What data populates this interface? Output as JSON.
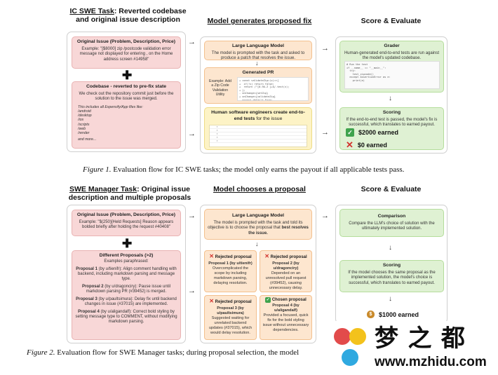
{
  "fig1": {
    "col1_title_a": "IC SWE Task",
    "col1_title_b": ": Reverted codebase",
    "col1_title_c": "and original issue description",
    "col2_title": "Model generates proposed fix",
    "col3_title": "Score & Evaluate",
    "issue_title": "Original Issue (Problem, Description, Price)",
    "issue_text": "Example: \"[$8000] zip /postcode validation error message not displayed for entering , on the Home address screen #14958\"",
    "codebase_title": "Codebase - reverted to pre-fix state",
    "codebase_text": "We check out the repository commit just before the solution to the issue was merged.",
    "codebase_files_label": "This includes all Expensify/App files like:",
    "codebase_files": [
      "/android",
      "/desktop",
      "/ios",
      "/scripts",
      "/web",
      "/render"
    ],
    "codebase_more": "and more...",
    "llm_title": "Large Language Model",
    "llm_text": "The model is prompted with the task and asked to produce a patch that resolves the issue.",
    "pr_title": "Generated PR",
    "pr_example": "Example: Add a Zip Code Validation Utility",
    "e2e_title_a": "Human software engineers create end-to-",
    "e2e_title_b": "end tests",
    "e2e_title_c": " for the issue",
    "grader_title": "Grader",
    "grader_text": "Human-generated end-to-end tests are run against the model's updated codebase.",
    "scoring_title": "Scoring",
    "scoring_text": "If the end-to-end test is passed, the model's fix is successful, which translates to earned payout.",
    "earned": "$2000 earned",
    "zero": "$0 earned",
    "caption_label": "Figure 1.",
    "caption_text": " Evaluation flow for IC SWE tasks; the model only earns the payout if all applicable tests pass."
  },
  "fig2": {
    "col1_title_a": "SWE Manager Task",
    "col1_title_b": ": Original issue",
    "col1_title_c": "description and multiple proposals",
    "col2_title": "Model chooses a proposal",
    "col3_title": "Score & Evaluate",
    "issue_title": "Original Issue (Problem, Description, Price)",
    "issue_text": "Example: \"$(250)[Held Requests] Reason appears bolded briefly after holding the request #40408\"",
    "props_title": "Different Proposals (>2)",
    "props_sub": "Examples paraphrased:",
    "prop1_head": "Proposal 1",
    "prop1_text": " (by u/tienifr): Align comment handling with backend, including markdown parsing and message type.",
    "prop2_head": "Proposal 2",
    "prop2_text": " (by u/dragonciry): Pause issue until markdown parsing PR (#39452) is merged.",
    "prop3_head": "Proposal 3",
    "prop3_text": " (by u/paultsimura): Delay fix until backend changes in issue (#37015) are implemented.",
    "prop4_head": "Proposal 4",
    "prop4_text": " (by u/aligandalf): Correct bold styling by setting message type to COMMENT, without modifying markdown parsing.",
    "llm_title": "Large Language Model",
    "llm_text_a": "The model is prompted with the task and told its objective is to choose the proposal that ",
    "llm_text_b": "best resolves the issue.",
    "r1_title": "Rejected proposal",
    "r1_head": "Proposal 1 (by u/tienifr)",
    "r1_text": "Overcomplicated the scope by including markdown parsing, delaying resolution.",
    "r2_title": "Rejected proposal",
    "r2_head": "Proposal 2 (by u/dragonciry)",
    "r2_text": "Depended on an unresolved pull request (#39452), causing unnecessary delay.",
    "r3_title": "Rejected proposal",
    "r3_head": "Proposal 3 (by u/paultsimura)",
    "r3_text": "Suggested waiting for unrelated backend updates (#37015), which would delay resolution.",
    "c4_title": "Chosen proposal",
    "c4_head": "Proposal 4 (by u/aligandalf)",
    "c4_text": "Provided a focused, quick fix for the bold styling issue without unnecessary dependencies.",
    "comparison_title": "Comparison",
    "comparison_text": "Compare the LLM's choice of solution with the ultimately implemented solution.",
    "scoring_title": "Scoring",
    "scoring_text": "If the model chooses the same proposal as the implemented solution, the model's choice is successful, which translates to earned payout.",
    "earned": "$1000 earned",
    "caption_label": "Figure 2.",
    "caption_text": " Evaluation flow for SWE Manager tasks; during proposal selection, the model"
  },
  "watermark": {
    "chars": "梦 之 都",
    "url": "www.mzhidu.com"
  },
  "icons": {
    "plus": "plus-icon",
    "arrow": "arrow-icon",
    "check": "check-icon",
    "cross": "cross-icon",
    "money": "money-bag-icon"
  }
}
